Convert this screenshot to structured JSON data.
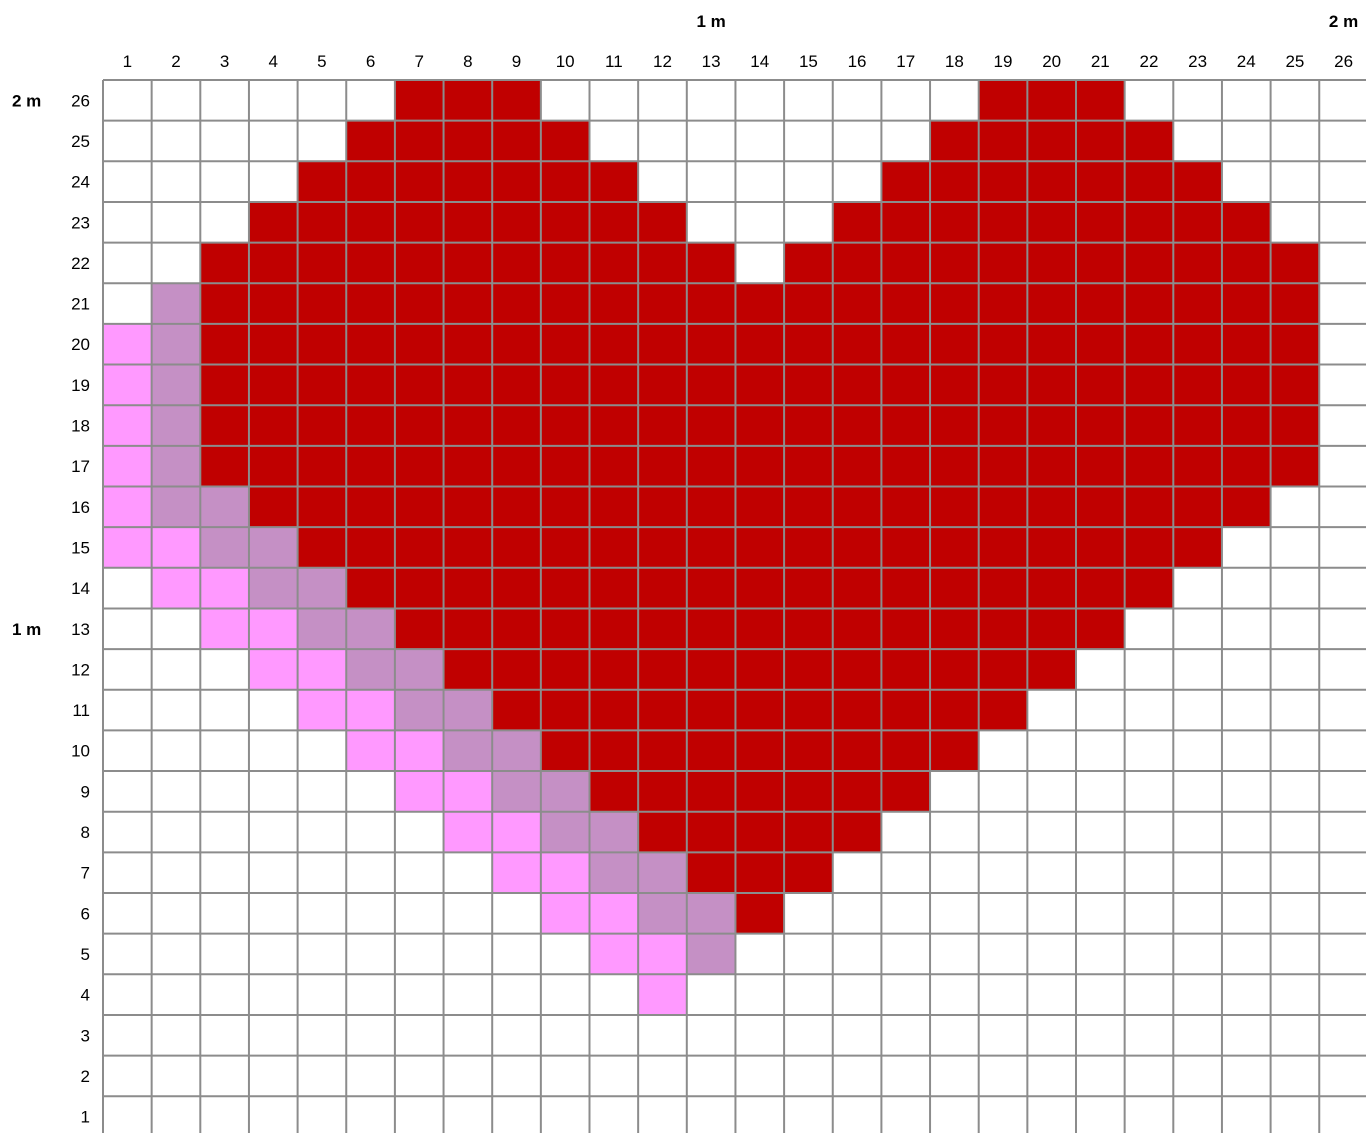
{
  "grid": {
    "columns": [
      "1",
      "2",
      "3",
      "4",
      "5",
      "6",
      "7",
      "8",
      "9",
      "10",
      "11",
      "12",
      "13",
      "14",
      "15",
      "16",
      "17",
      "18",
      "19",
      "20",
      "21",
      "22",
      "23",
      "24",
      "25",
      "26"
    ],
    "rows_top_to_bottom": [
      "26",
      "25",
      "24",
      "23",
      "22",
      "21",
      "20",
      "19",
      "18",
      "17",
      "16",
      "15",
      "14",
      "13",
      "12",
      "11",
      "10",
      "9",
      "8",
      "7",
      "6",
      "5",
      "4",
      "3",
      "2",
      "1"
    ],
    "top_markers": [
      {
        "text": "1 m",
        "column": "13"
      },
      {
        "text": "2 m",
        "column": "26"
      }
    ],
    "left_markers": [
      {
        "text": "2 m",
        "row": "26"
      },
      {
        "text": "1 m",
        "row": "13"
      }
    ],
    "colors": {
      "background": "#ffffff",
      "gridline": "#8c8c8c",
      "red": "#c00000",
      "pink": "#ff99ff",
      "mauve": "#c590c5"
    },
    "filled_cells": [
      {
        "row": 26,
        "color": "red",
        "cols": [
          7,
          8,
          9,
          19,
          20,
          21
        ]
      },
      {
        "row": 25,
        "color": "red",
        "cols": [
          6,
          7,
          8,
          9,
          10,
          18,
          19,
          20,
          21,
          22
        ]
      },
      {
        "row": 24,
        "color": "red",
        "cols": [
          5,
          6,
          7,
          8,
          9,
          10,
          11,
          17,
          18,
          19,
          20,
          21,
          22,
          23
        ]
      },
      {
        "row": 23,
        "color": "red",
        "cols": [
          4,
          5,
          6,
          7,
          8,
          9,
          10,
          11,
          12,
          16,
          17,
          18,
          19,
          20,
          21,
          22,
          23,
          24
        ]
      },
      {
        "row": 22,
        "color": "red",
        "cols": [
          3,
          4,
          5,
          6,
          7,
          8,
          9,
          10,
          11,
          12,
          13,
          15,
          16,
          17,
          18,
          19,
          20,
          21,
          22,
          23,
          24,
          25
        ]
      },
      {
        "row": 21,
        "color": "mauve",
        "cols": [
          2
        ]
      },
      {
        "row": 21,
        "color": "red",
        "cols": [
          3,
          4,
          5,
          6,
          7,
          8,
          9,
          10,
          11,
          12,
          13,
          14,
          15,
          16,
          17,
          18,
          19,
          20,
          21,
          22,
          23,
          24,
          25
        ]
      },
      {
        "row": 20,
        "color": "pink",
        "cols": [
          1
        ]
      },
      {
        "row": 20,
        "color": "mauve",
        "cols": [
          2
        ]
      },
      {
        "row": 20,
        "color": "red",
        "cols": [
          3,
          4,
          5,
          6,
          7,
          8,
          9,
          10,
          11,
          12,
          13,
          14,
          15,
          16,
          17,
          18,
          19,
          20,
          21,
          22,
          23,
          24,
          25
        ]
      },
      {
        "row": 19,
        "color": "pink",
        "cols": [
          1
        ]
      },
      {
        "row": 19,
        "color": "mauve",
        "cols": [
          2
        ]
      },
      {
        "row": 19,
        "color": "red",
        "cols": [
          3,
          4,
          5,
          6,
          7,
          8,
          9,
          10,
          11,
          12,
          13,
          14,
          15,
          16,
          17,
          18,
          19,
          20,
          21,
          22,
          23,
          24,
          25
        ]
      },
      {
        "row": 18,
        "color": "pink",
        "cols": [
          1
        ]
      },
      {
        "row": 18,
        "color": "mauve",
        "cols": [
          2
        ]
      },
      {
        "row": 18,
        "color": "red",
        "cols": [
          3,
          4,
          5,
          6,
          7,
          8,
          9,
          10,
          11,
          12,
          13,
          14,
          15,
          16,
          17,
          18,
          19,
          20,
          21,
          22,
          23,
          24,
          25
        ]
      },
      {
        "row": 17,
        "color": "pink",
        "cols": [
          1
        ]
      },
      {
        "row": 17,
        "color": "mauve",
        "cols": [
          2
        ]
      },
      {
        "row": 17,
        "color": "red",
        "cols": [
          3,
          4,
          5,
          6,
          7,
          8,
          9,
          10,
          11,
          12,
          13,
          14,
          15,
          16,
          17,
          18,
          19,
          20,
          21,
          22,
          23,
          24,
          25
        ]
      },
      {
        "row": 16,
        "color": "pink",
        "cols": [
          1
        ]
      },
      {
        "row": 16,
        "color": "mauve",
        "cols": [
          2,
          3
        ]
      },
      {
        "row": 16,
        "color": "red",
        "cols": [
          4,
          5,
          6,
          7,
          8,
          9,
          10,
          11,
          12,
          13,
          14,
          15,
          16,
          17,
          18,
          19,
          20,
          21,
          22,
          23,
          24
        ]
      },
      {
        "row": 15,
        "color": "pink",
        "cols": [
          1,
          2
        ]
      },
      {
        "row": 15,
        "color": "mauve",
        "cols": [
          3,
          4
        ]
      },
      {
        "row": 15,
        "color": "red",
        "cols": [
          5,
          6,
          7,
          8,
          9,
          10,
          11,
          12,
          13,
          14,
          15,
          16,
          17,
          18,
          19,
          20,
          21,
          22,
          23
        ]
      },
      {
        "row": 14,
        "color": "pink",
        "cols": [
          2,
          3
        ]
      },
      {
        "row": 14,
        "color": "mauve",
        "cols": [
          4,
          5
        ]
      },
      {
        "row": 14,
        "color": "red",
        "cols": [
          6,
          7,
          8,
          9,
          10,
          11,
          12,
          13,
          14,
          15,
          16,
          17,
          18,
          19,
          20,
          21,
          22
        ]
      },
      {
        "row": 13,
        "color": "pink",
        "cols": [
          3,
          4
        ]
      },
      {
        "row": 13,
        "color": "mauve",
        "cols": [
          5,
          6
        ]
      },
      {
        "row": 13,
        "color": "red",
        "cols": [
          7,
          8,
          9,
          10,
          11,
          12,
          13,
          14,
          15,
          16,
          17,
          18,
          19,
          20,
          21
        ]
      },
      {
        "row": 12,
        "color": "pink",
        "cols": [
          4,
          5
        ]
      },
      {
        "row": 12,
        "color": "mauve",
        "cols": [
          6,
          7
        ]
      },
      {
        "row": 12,
        "color": "red",
        "cols": [
          8,
          9,
          10,
          11,
          12,
          13,
          14,
          15,
          16,
          17,
          18,
          19,
          20
        ]
      },
      {
        "row": 11,
        "color": "pink",
        "cols": [
          5,
          6
        ]
      },
      {
        "row": 11,
        "color": "mauve",
        "cols": [
          7,
          8
        ]
      },
      {
        "row": 11,
        "color": "red",
        "cols": [
          9,
          10,
          11,
          12,
          13,
          14,
          15,
          16,
          17,
          18,
          19
        ]
      },
      {
        "row": 10,
        "color": "pink",
        "cols": [
          6,
          7
        ]
      },
      {
        "row": 10,
        "color": "mauve",
        "cols": [
          8,
          9
        ]
      },
      {
        "row": 10,
        "color": "red",
        "cols": [
          10,
          11,
          12,
          13,
          14,
          15,
          16,
          17,
          18
        ]
      },
      {
        "row": 9,
        "color": "pink",
        "cols": [
          7,
          8
        ]
      },
      {
        "row": 9,
        "color": "mauve",
        "cols": [
          9,
          10
        ]
      },
      {
        "row": 9,
        "color": "red",
        "cols": [
          11,
          12,
          13,
          14,
          15,
          16,
          17
        ]
      },
      {
        "row": 8,
        "color": "pink",
        "cols": [
          8,
          9
        ]
      },
      {
        "row": 8,
        "color": "mauve",
        "cols": [
          10,
          11
        ]
      },
      {
        "row": 8,
        "color": "red",
        "cols": [
          12,
          13,
          14,
          15,
          16
        ]
      },
      {
        "row": 7,
        "color": "pink",
        "cols": [
          9,
          10
        ]
      },
      {
        "row": 7,
        "color": "mauve",
        "cols": [
          11,
          12
        ]
      },
      {
        "row": 7,
        "color": "red",
        "cols": [
          13,
          14,
          15
        ]
      },
      {
        "row": 6,
        "color": "pink",
        "cols": [
          10,
          11
        ]
      },
      {
        "row": 6,
        "color": "mauve",
        "cols": [
          12,
          13
        ]
      },
      {
        "row": 6,
        "color": "red",
        "cols": [
          14
        ]
      },
      {
        "row": 5,
        "color": "pink",
        "cols": [
          11,
          12
        ]
      },
      {
        "row": 5,
        "color": "mauve",
        "cols": [
          13
        ]
      },
      {
        "row": 4,
        "color": "pink",
        "cols": [
          12
        ]
      }
    ]
  }
}
